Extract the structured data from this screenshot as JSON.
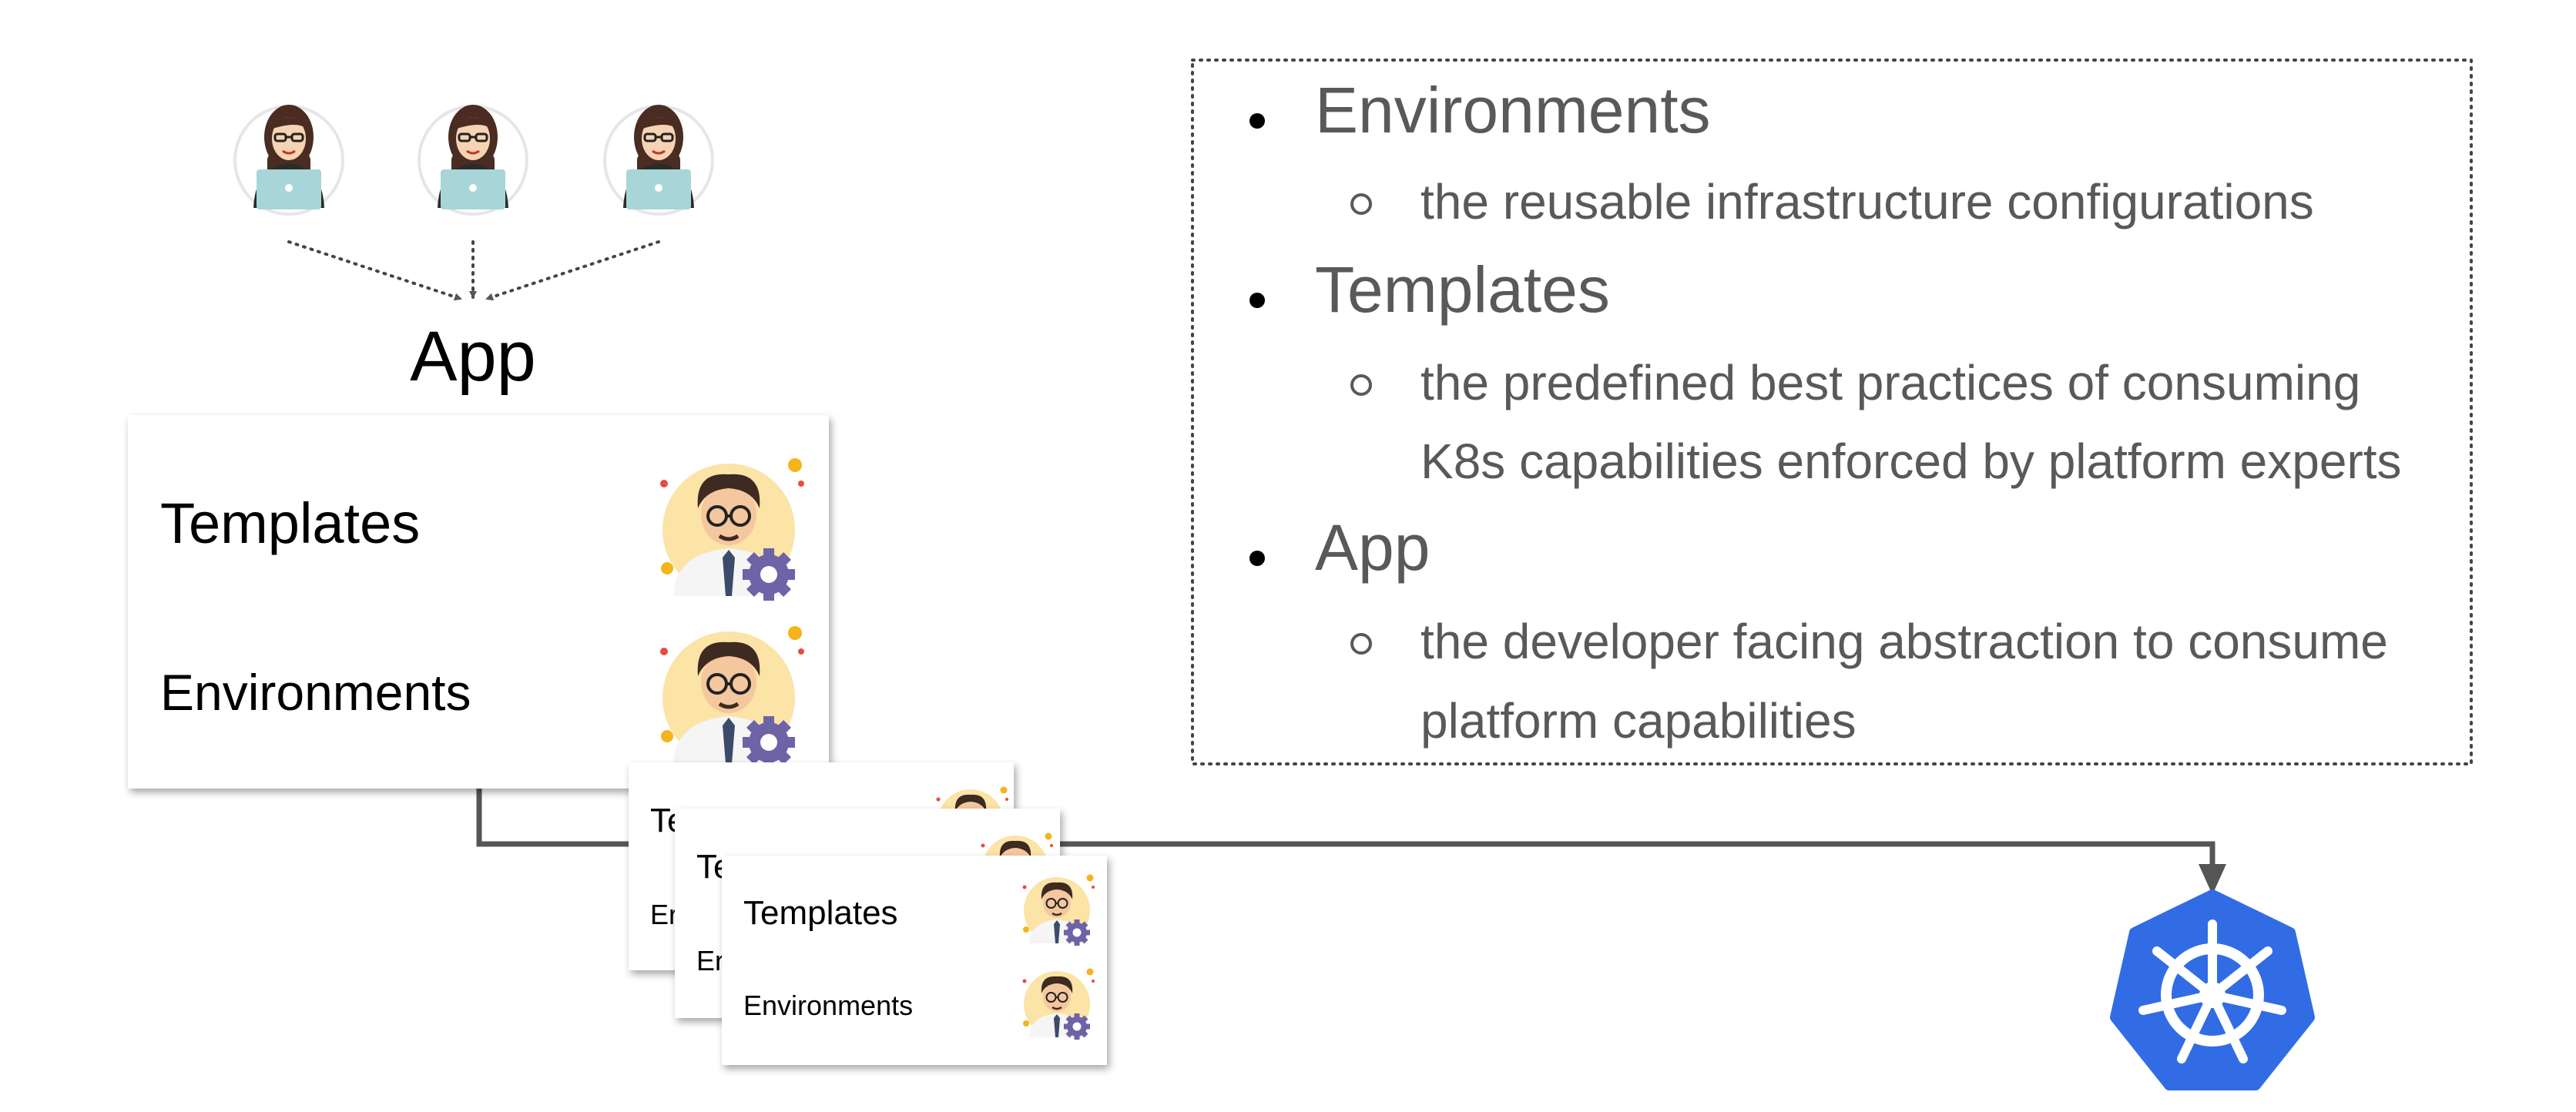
{
  "diagram": {
    "app_label": "App",
    "main_card": {
      "templates_label": "Templates",
      "environments_label": "Environments"
    },
    "stack_cards": {
      "back_templates_partial": "Te",
      "back_environments_partial": "Er",
      "front_templates_label": "Templates",
      "front_environments_label": "Environments"
    },
    "users": [
      "developer-avatar",
      "developer-avatar",
      "developer-avatar"
    ],
    "experts_icon": "platform-expert-avatar",
    "target_icon": "kubernetes-logo",
    "colors": {
      "kubernetes_blue": "#326CE5",
      "arrow_gray": "#555555",
      "bullet_text": "#595959",
      "avatar_bg": "#FCE3A6",
      "gear": "#6E63A6",
      "laptop": "#A8D5D8"
    }
  },
  "legend": {
    "items": [
      {
        "term": "Environments",
        "lines": [
          "the reusable infrastructure configurations"
        ]
      },
      {
        "term": "Templates",
        "lines": [
          "the predefined best practices of consuming",
          "K8s capabilities enforced by platform experts"
        ]
      },
      {
        "term": "App",
        "lines": [
          "the developer facing abstraction to consume",
          "platform capabilities"
        ]
      }
    ]
  }
}
